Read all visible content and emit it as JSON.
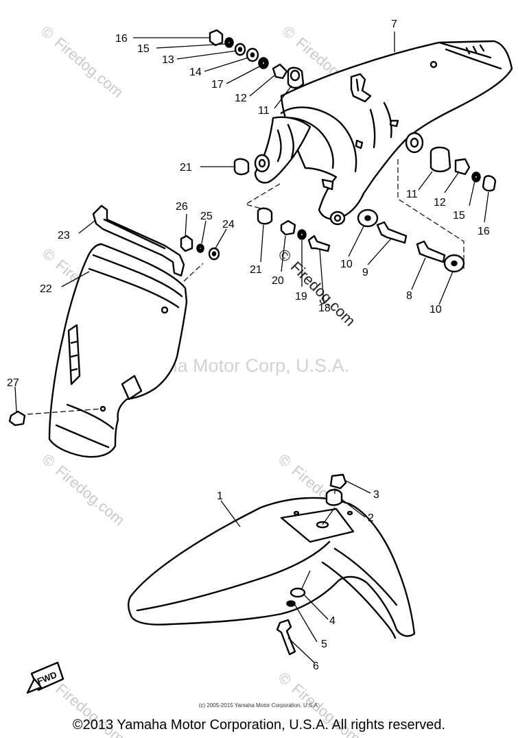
{
  "watermark": {
    "site": "Firedog.com",
    "symbol": "©",
    "center_text": "Yamaha Motor Corp, U.S.A."
  },
  "parts": {
    "p1": "1",
    "p2": "2",
    "p3": "3",
    "p4": "4",
    "p5": "5",
    "p6": "6",
    "p7": "7",
    "p8": "8",
    "p9": "9",
    "p10a": "10",
    "p10b": "10",
    "p11a": "11",
    "p11b": "11",
    "p12a": "12",
    "p12b": "12",
    "p13": "13",
    "p14": "14",
    "p15a": "15",
    "p15b": "15",
    "p16a": "16",
    "p16b": "16",
    "p17": "17",
    "p18": "18",
    "p19": "19",
    "p20": "20",
    "p21a": "21",
    "p21b": "21",
    "p22": "22",
    "p23": "23",
    "p24": "24",
    "p25": "25",
    "p26": "26",
    "p27": "27"
  },
  "fwd_tag": "FWD",
  "copyright_small": "(c) 2005-2015 Yamaha Motor Corporation, U.S.A.",
  "copyright_main": "©2013 Yamaha Motor Corporation, U.S.A. All rights reserved."
}
